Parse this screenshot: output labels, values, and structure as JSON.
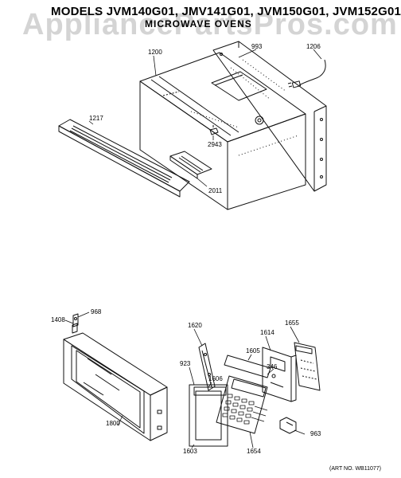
{
  "watermark": "AppliancePartsPros.com",
  "header": {
    "title": "MODELS JVM140G01, JMV141G01, JVM150G01, JVM152G01",
    "subtitle": "MICROWAVE OVENS"
  },
  "parts": {
    "p1200": "1200",
    "p993": "993",
    "p1206": "1206",
    "p1217": "1217",
    "p2943": "2943",
    "p2011": "2011",
    "p968": "968",
    "p1408": "1408",
    "p1620": "1620",
    "p1614": "1614",
    "p1655": "1655",
    "p1605": "1605",
    "p346": "346",
    "p923": "923",
    "p1606": "1606",
    "p1800": "1800",
    "p1603": "1603",
    "p1654": "1654",
    "p963": "963"
  },
  "footer": {
    "art_number": "(ART NO. WB11077)"
  }
}
